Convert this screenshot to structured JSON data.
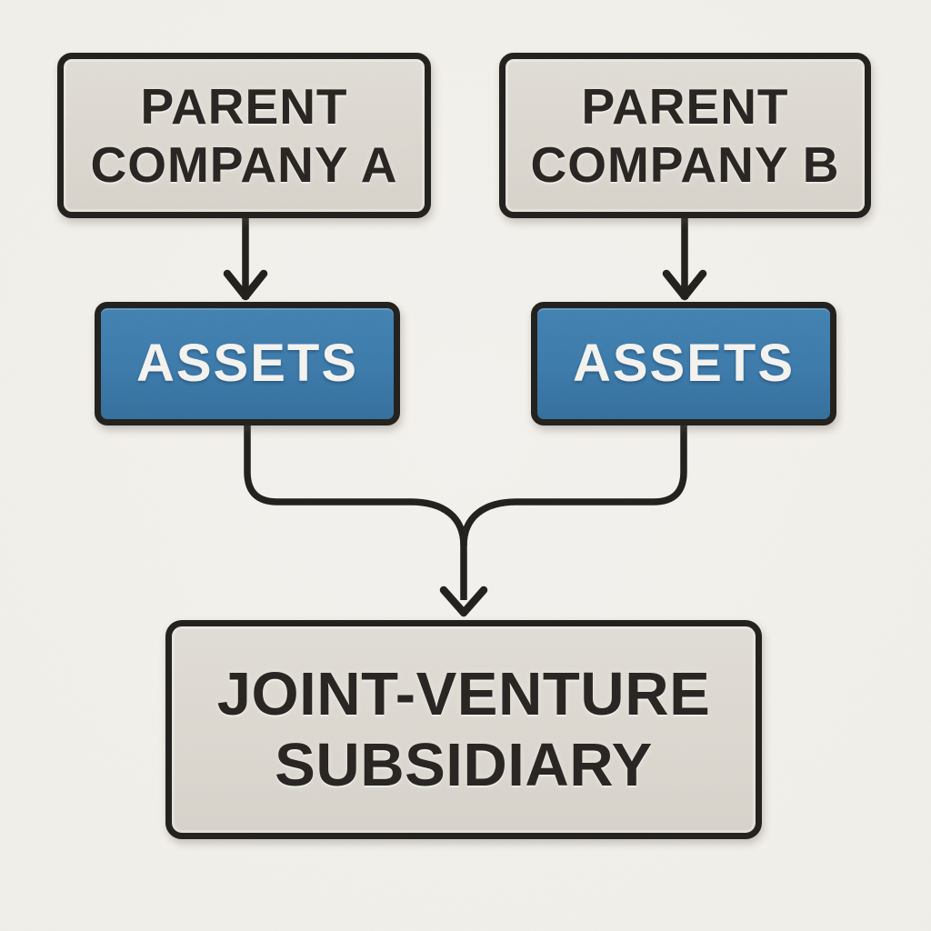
{
  "diagram": {
    "type": "flowchart",
    "nodes": {
      "parent_a": {
        "lines": [
          "PARENT",
          "COMPANY A"
        ]
      },
      "parent_b": {
        "lines": [
          "PARENT",
          "COMPANY B"
        ]
      },
      "assets_a": {
        "label": "ASSETS"
      },
      "assets_b": {
        "label": "ASSETS"
      },
      "joint_venture": {
        "lines": [
          "JOINT-VENTURE",
          "SUBSIDIARY"
        ]
      }
    },
    "edges": [
      {
        "from": "parent_a",
        "to": "assets_a",
        "style": "straight-arrow-down"
      },
      {
        "from": "parent_b",
        "to": "assets_b",
        "style": "straight-arrow-down"
      },
      {
        "from": "assets_a",
        "to": "joint_venture",
        "style": "curved-merge-arrow"
      },
      {
        "from": "assets_b",
        "to": "joint_venture",
        "style": "curved-merge-arrow"
      }
    ],
    "colors": {
      "background": "#f1efea",
      "node_fill_gray": "#dcd8d0",
      "node_fill_blue": "#3b7aab",
      "node_border": "#211f1c",
      "connector": "#211f1c",
      "text_dark": "#262320",
      "text_light": "#f4f3f0"
    }
  }
}
